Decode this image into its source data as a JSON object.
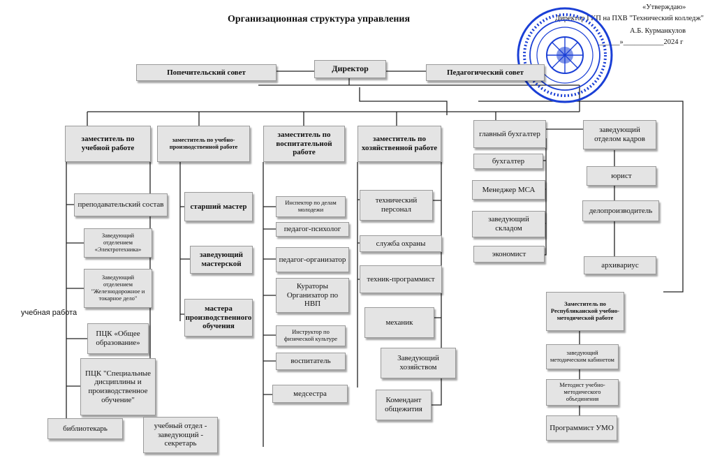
{
  "header": {
    "title": "Организационная структура управления",
    "approve": "«Утверждаю»",
    "director_line": "Директор ГКП на ПХВ \"Технический колледж\"",
    "signature_line": "А.Б. Курманкулов",
    "date_line": "______»___________2024 г"
  },
  "top": {
    "director": "Директор",
    "trustees": "Попечительский совет",
    "ped_council": "Педагогический совет"
  },
  "deputies": {
    "academic": "заместитель по учебной работе",
    "production": "заместитель по учебно-производственной работе",
    "educational": "заместитель по воспитательной работе",
    "economic": "заместитель по хозяйственной работе"
  },
  "academic_units": [
    "преподавательский состав",
    "Заведующий отделением «Электротехника»",
    "Заведующий отделением \"Железнодорожное и токарное дело\"",
    "ПЦК «Общее образование»",
    "ПЦК \"Специальные дисциплины и производственное обучение\"",
    "библиотекарь",
    "учебный отдел - заведующий - секретарь"
  ],
  "side_label": "учебная работа",
  "production_units": [
    "старший мастер",
    "заведующий мастерской",
    "мастера производственного обучения"
  ],
  "educational_units": [
    "Инспектор по делам молодежи",
    "педагог-психолог",
    "педагог-организатор",
    "Кураторы Организатор по НВП",
    "Инструктор по физической культуре",
    "воспитатель",
    "медсестра"
  ],
  "economic_units": [
    "технический персонал",
    "служба охраны",
    "техник-программист",
    "механик",
    "Заведующий хозяйством",
    "Комендант общежития"
  ],
  "accounting": {
    "chief": "главный бухгалтер",
    "units": [
      "бухгалтер",
      "Менеджер МСА",
      "заведующий складом",
      "экономист"
    ]
  },
  "hr": {
    "head": "заведующий отделом кадров",
    "units": [
      "юрист",
      "делопроизводитель",
      "архивариус"
    ]
  },
  "methodical": {
    "head": "Заместитель по Республиканской учебно-методической работе",
    "units": [
      "заведующий методическим кабинетом",
      "Методист учебно-методического объединения",
      "Программист УМО"
    ]
  }
}
